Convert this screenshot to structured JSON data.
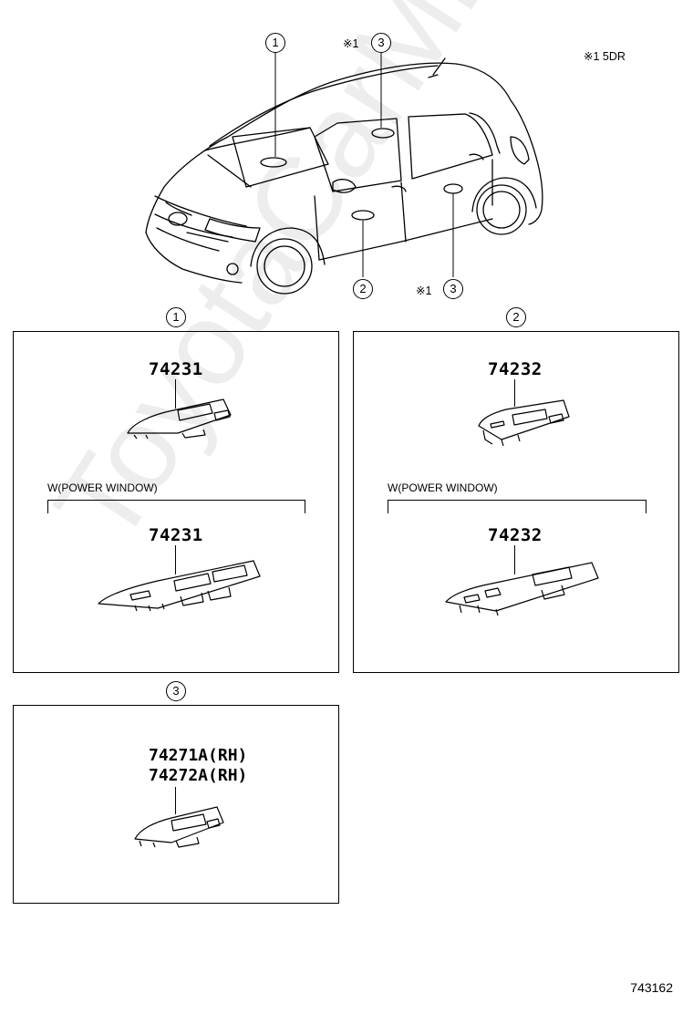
{
  "diagram": {
    "footnote_top_right": "※1 5DR",
    "callouts": {
      "c1": "1",
      "c2": "2",
      "c3": "3"
    },
    "car_labels": {
      "top_mark": "※1",
      "bottom_mark": "※1"
    },
    "panel1": {
      "callout": "1",
      "part_top": "74231",
      "condition": "W(POWER WINDOW)",
      "part_bottom": "74231"
    },
    "panel2": {
      "callout": "2",
      "part_top": "74232",
      "condition": "W(POWER WINDOW)",
      "part_bottom": "74232"
    },
    "panel3": {
      "callout": "3",
      "part_line1": "74271A(RH)",
      "part_line2": "74272A(RH)"
    },
    "figure_number": "743162",
    "watermark": "ToyotaCarMine.ru"
  }
}
